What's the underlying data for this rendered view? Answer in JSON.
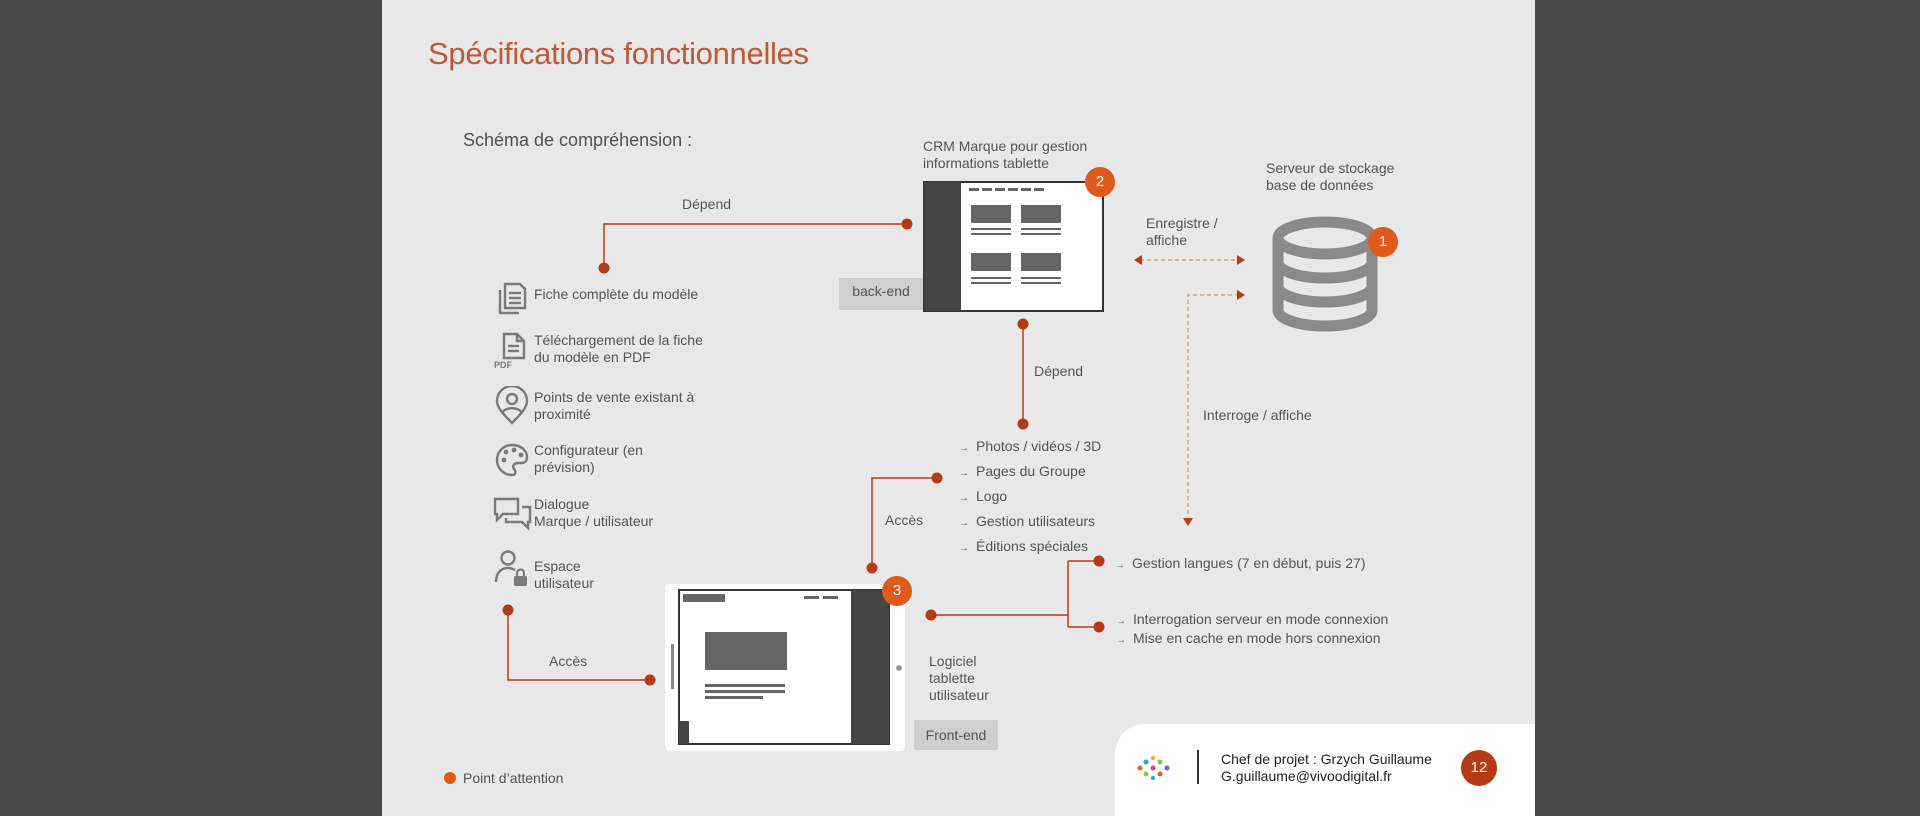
{
  "slide": {
    "title": "Spécifications fonctionnelles",
    "subtitle": "Schéma de compréhension :"
  },
  "features": [
    {
      "icon": "documents-icon",
      "lines": [
        "Fiche complète du modèle"
      ]
    },
    {
      "icon": "pdf-file-icon",
      "lines": [
        "Téléchargement de la fiche",
        "du modèle en PDF"
      ]
    },
    {
      "icon": "location-pin-icon",
      "lines": [
        "Points de vente existant à",
        "proximité"
      ]
    },
    {
      "icon": "palette-icon",
      "lines": [
        "Configurateur (en",
        "prévision)"
      ]
    },
    {
      "icon": "chat-bubbles-icon",
      "lines": [
        "Dialogue",
        "Marque / utilisateur"
      ]
    },
    {
      "icon": "user-lock-icon",
      "lines": [
        "Espace",
        "utilisateur"
      ]
    }
  ],
  "pdf_icon_text": "PDF",
  "crm": {
    "lines": [
      "CRM Marque pour gestion",
      "informations tablette"
    ],
    "badge": "2",
    "tag": "back-end"
  },
  "server": {
    "lines": [
      "Serveur de stockage",
      "base de données"
    ],
    "badge": "1"
  },
  "tablet": {
    "lines": [
      "Logiciel",
      "tablette",
      "utilisateur"
    ],
    "badge": "3",
    "tag": "Front-end"
  },
  "connectors": {
    "depend_top": "Dépend",
    "depend_mid": "Dépend",
    "acces_mid": "Accès",
    "acces_bottom": "Accès",
    "enregistre": [
      "Enregistre /",
      "affiche"
    ],
    "interroge": "Interroge / affiche"
  },
  "content_list": [
    "Photos / vidéos / 3D",
    "Pages du Groupe",
    "Logo",
    "Gestion utilisateurs",
    "Éditions spéciales"
  ],
  "language_list": [
    "Gestion langues (7 en début, puis 27)"
  ],
  "server_mode_list": [
    "Interrogation serveur en mode connexion",
    "Mise en cache en mode hors connexion"
  ],
  "legend": "Point d’attention",
  "footer": {
    "line1": "Chef de projet : Grzych Guillaume",
    "line2": "G.guillaume@vivoodigital.fr",
    "page": "12"
  },
  "colors": {
    "accent": "#b83a14",
    "badge": "#e05a1c",
    "title": "#c0583a",
    "dashed": "#c89a72",
    "icon_gray": "#7a7a7a"
  }
}
